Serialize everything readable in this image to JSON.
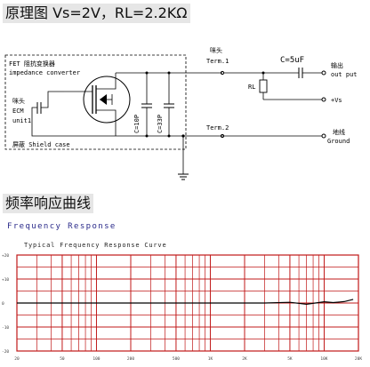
{
  "header1": "原理图  Vs=2V，RL=2.2KΩ",
  "header2": "频率响应曲线",
  "schematic": {
    "box_title_1": "FET 阻抗变换器",
    "box_title_2": "impedance converter",
    "mic_cn": "咪头",
    "mic_1": "ECM",
    "mic_2": "unit1",
    "shield": "屏蔽 Shield case",
    "cap1": "C=10P",
    "cap2": "C=33P",
    "term1_cn": "咪头",
    "term1": "Term.1",
    "term2": "Term.2",
    "cout": "C=5uF",
    "rl": "RL",
    "out_cn": "输出",
    "out_en": "out put",
    "vs": "+Vs",
    "gnd_cn": "地线",
    "gnd_en": "Ground"
  },
  "chart_label": "Frequency Response",
  "chart_data": {
    "type": "line",
    "title": "Typical Frequency Response Curve",
    "x_scale": "log",
    "xlim": [
      20,
      20000
    ],
    "ylim": [
      -20,
      20
    ],
    "x_ticks": [
      "20",
      "50",
      "100",
      "200",
      "500",
      "1K",
      "2K",
      "5K",
      "10K",
      "20K"
    ],
    "y_ticks": [
      "+20",
      "+10",
      "0",
      "-10",
      "-20"
    ],
    "grid": true,
    "series": [
      {
        "x": [
          20,
          50,
          100,
          200,
          500,
          1000,
          2000,
          3000,
          5000,
          7000,
          10000,
          12000,
          15000,
          18000
        ],
        "y": [
          0,
          0,
          0,
          0,
          0,
          0,
          0,
          0,
          0.3,
          -0.5,
          0.5,
          0.2,
          0.6,
          1.5
        ]
      }
    ],
    "colors": {
      "grid": "#c01818",
      "curve": "#000000"
    }
  }
}
